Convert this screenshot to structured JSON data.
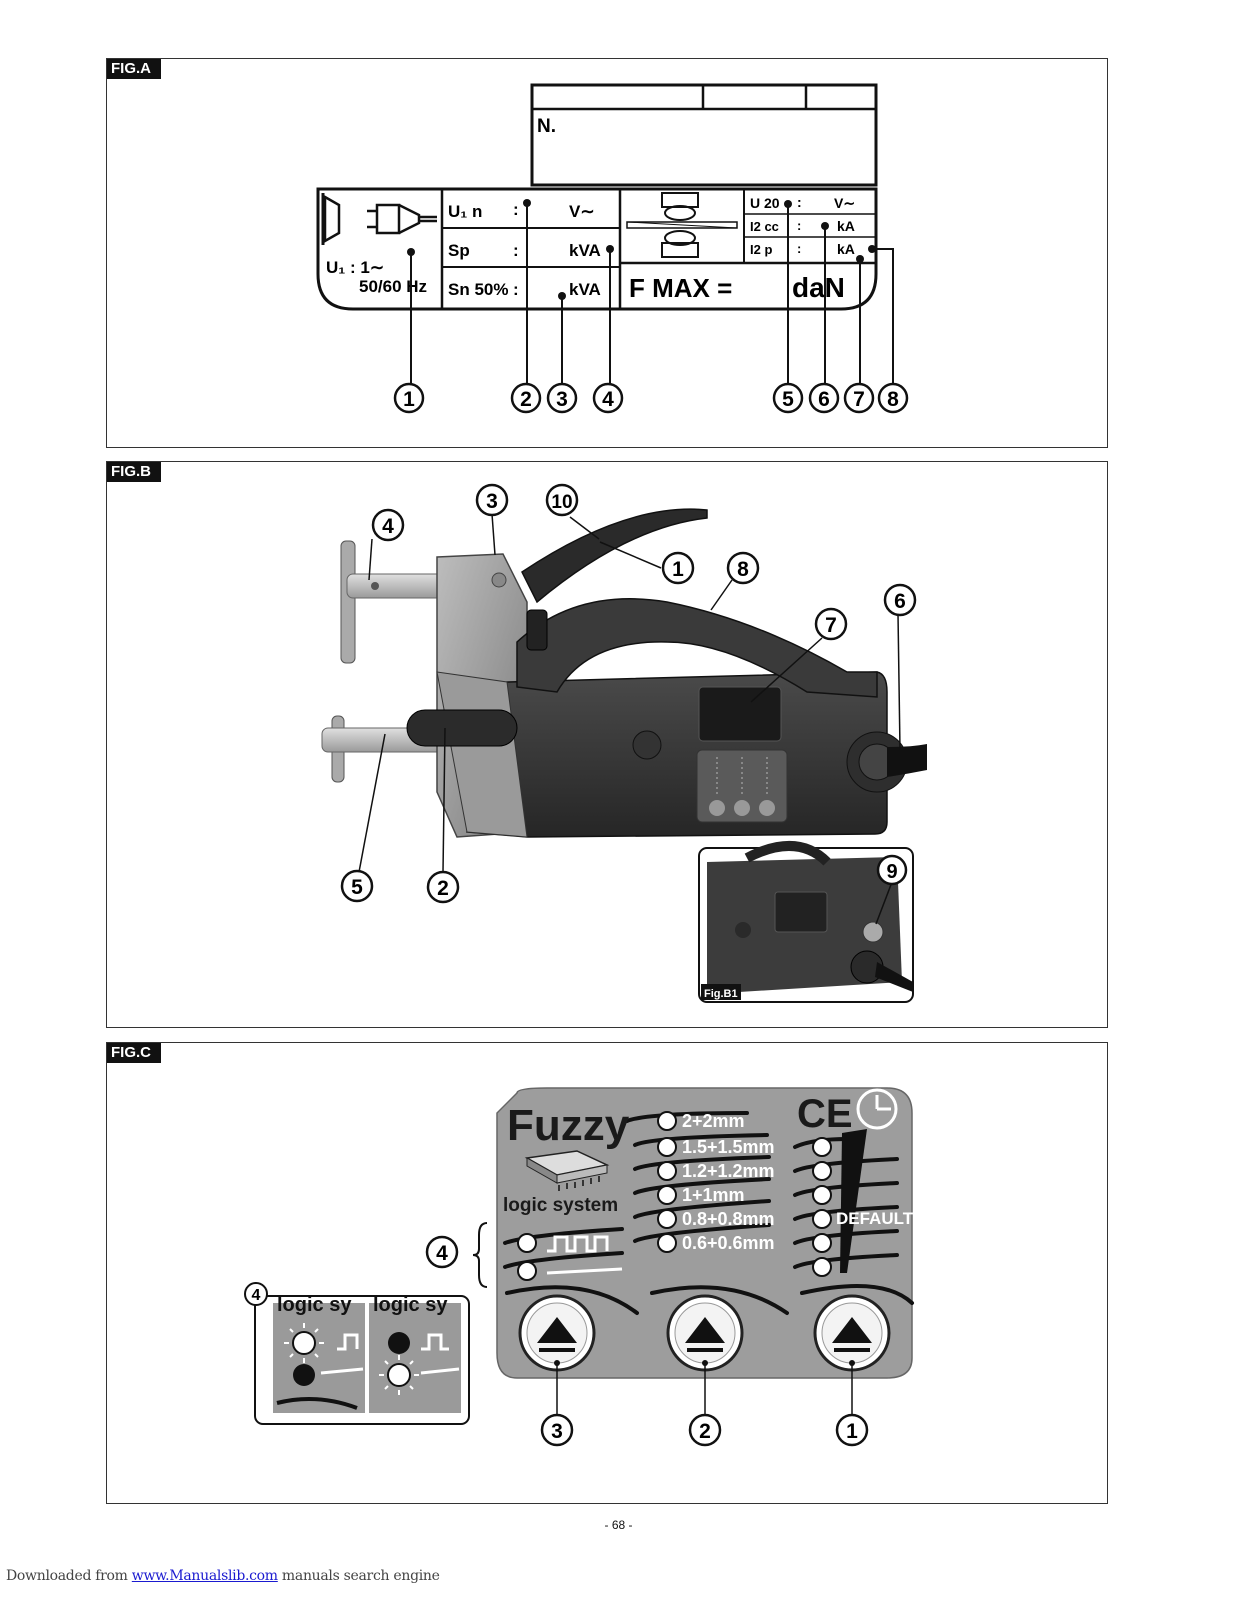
{
  "figA": {
    "tag": "FIG.A",
    "n_label": "N.",
    "u1_block": {
      "u1": "U₁ : 1∼",
      "freq": "50/60 Hz"
    },
    "rows": [
      {
        "label": "U₁ n",
        "colon": ":",
        "unit": "V∼"
      },
      {
        "label": "Sp",
        "colon": ":",
        "unit": "kVA"
      },
      {
        "label": "Sn 50%",
        "colon": ":",
        "unit": "kVA"
      }
    ],
    "right_rows": [
      {
        "label": "U 20",
        "colon": ":",
        "unit": "V∼"
      },
      {
        "label": "I2 cc",
        "colon": ":",
        "unit": "kA"
      },
      {
        "label": "I2 p",
        "colon": ":",
        "unit": "kA"
      }
    ],
    "fmax": "F MAX =",
    "dan": "daN",
    "callouts": [
      "1",
      "2",
      "3",
      "4",
      "5",
      "6",
      "7",
      "8"
    ]
  },
  "figB": {
    "tag": "FIG.B",
    "inset_tag": "Fig.B1",
    "callouts": [
      "1",
      "2",
      "3",
      "4",
      "5",
      "6",
      "7",
      "8",
      "9",
      "10"
    ]
  },
  "figC": {
    "tag": "FIG.C",
    "brand": "Fuzzy",
    "subtitle": "logic system",
    "ce": "CE",
    "thickness": [
      "2+2mm",
      "1.5+1.5mm",
      "1.2+1.2mm",
      "1+1mm",
      "0.8+0.8mm",
      "0.6+0.6mm"
    ],
    "default_label": "DEFAULT",
    "callouts": [
      "1",
      "2",
      "3",
      "4"
    ],
    "inset_callout": "4",
    "inset_text": "logic sy"
  },
  "footer": {
    "page": "- 68 -",
    "prefix": "Downloaded from ",
    "link": "www.Manualslib.com",
    "suffix": " manuals search engine"
  }
}
